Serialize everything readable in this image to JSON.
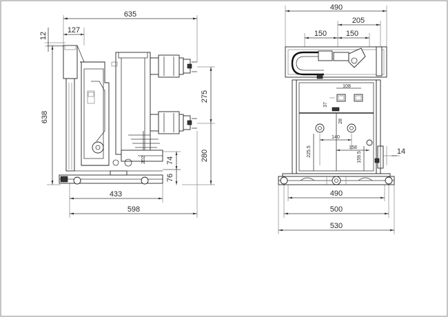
{
  "drawing": {
    "side_view": {
      "dims": {
        "width_top": "635",
        "offset_top": "127",
        "gap_small": "12",
        "height_total": "638",
        "pole_spacing": "275",
        "lower_height": "280",
        "rail_height": "74",
        "wheel_height": "76",
        "base_length": "433",
        "overall_length": "598",
        "roller_dim": "202"
      }
    },
    "front_view": {
      "dims": {
        "width_top": "490",
        "pitch_right": "205",
        "phase_left": "150",
        "phase_right": "150",
        "panel_width": "108",
        "small_offset": "37",
        "window_height": "28",
        "spacing_140": "140",
        "spacing_158": "158",
        "height_2255": "225.5",
        "height_1595": "159.5",
        "side_14": "14",
        "width_490": "490",
        "width_500": "500",
        "width_530": "530"
      }
    }
  }
}
